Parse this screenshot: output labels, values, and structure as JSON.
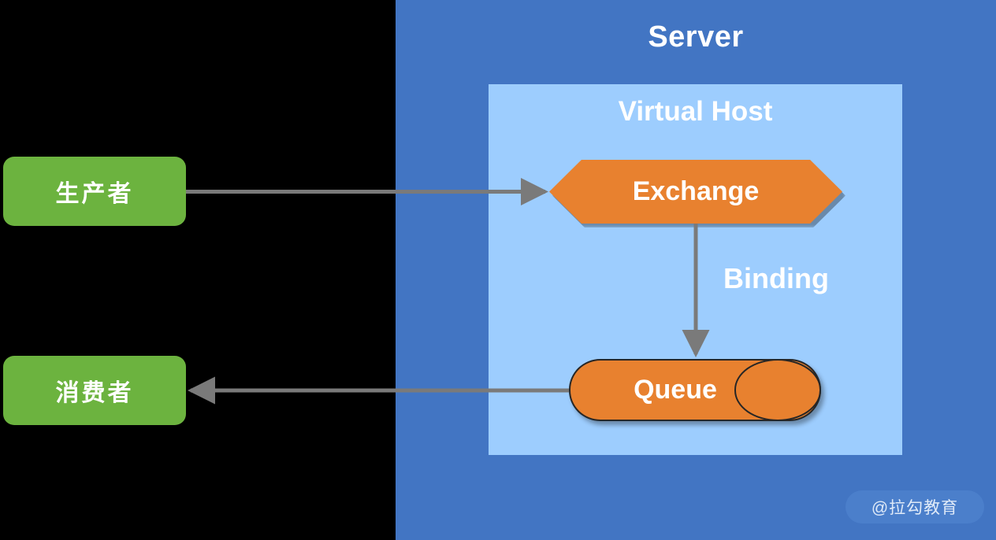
{
  "diagram": {
    "title_server": "Server",
    "title_vhost": "Virtual Host",
    "producer_label": "生产者",
    "consumer_label": "消费者",
    "exchange_label": "Exchange",
    "queue_label": "Queue",
    "binding_label": "Binding",
    "watermark": "@拉勾教育"
  },
  "colors": {
    "background": "#000000",
    "server_blue": "#4275c3",
    "vhost_blue": "#9dcdfe",
    "node_orange": "#e8812f",
    "endpoint_green": "#6cb33f",
    "arrow_gray": "#7a7a7a",
    "outline_dark": "#262626",
    "text_white": "#ffffff",
    "watermark_pill": "#4b7fcb"
  },
  "arrows": [
    {
      "name": "producer-to-exchange",
      "from": "生产者",
      "to": "Exchange",
      "direction": "right"
    },
    {
      "name": "exchange-to-queue",
      "from": "Exchange",
      "to": "Queue",
      "direction": "down",
      "label": "Binding"
    },
    {
      "name": "queue-to-consumer",
      "from": "Queue",
      "to": "消费者",
      "direction": "left"
    }
  ]
}
